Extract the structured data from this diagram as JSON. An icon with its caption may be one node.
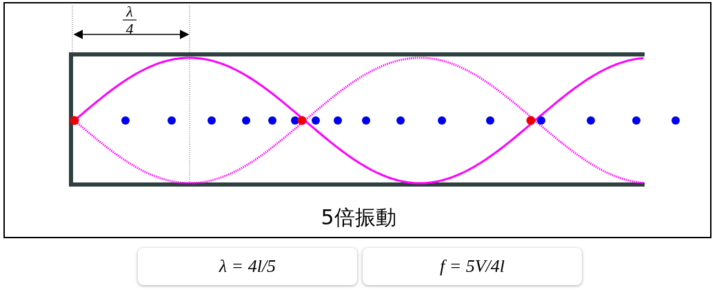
{
  "diagram": {
    "caption": "5倍振動",
    "labels": [
      "λ",
      "4",
      "λ = 4l/5",
      "f = 5V/4l"
    ]
  }
}
